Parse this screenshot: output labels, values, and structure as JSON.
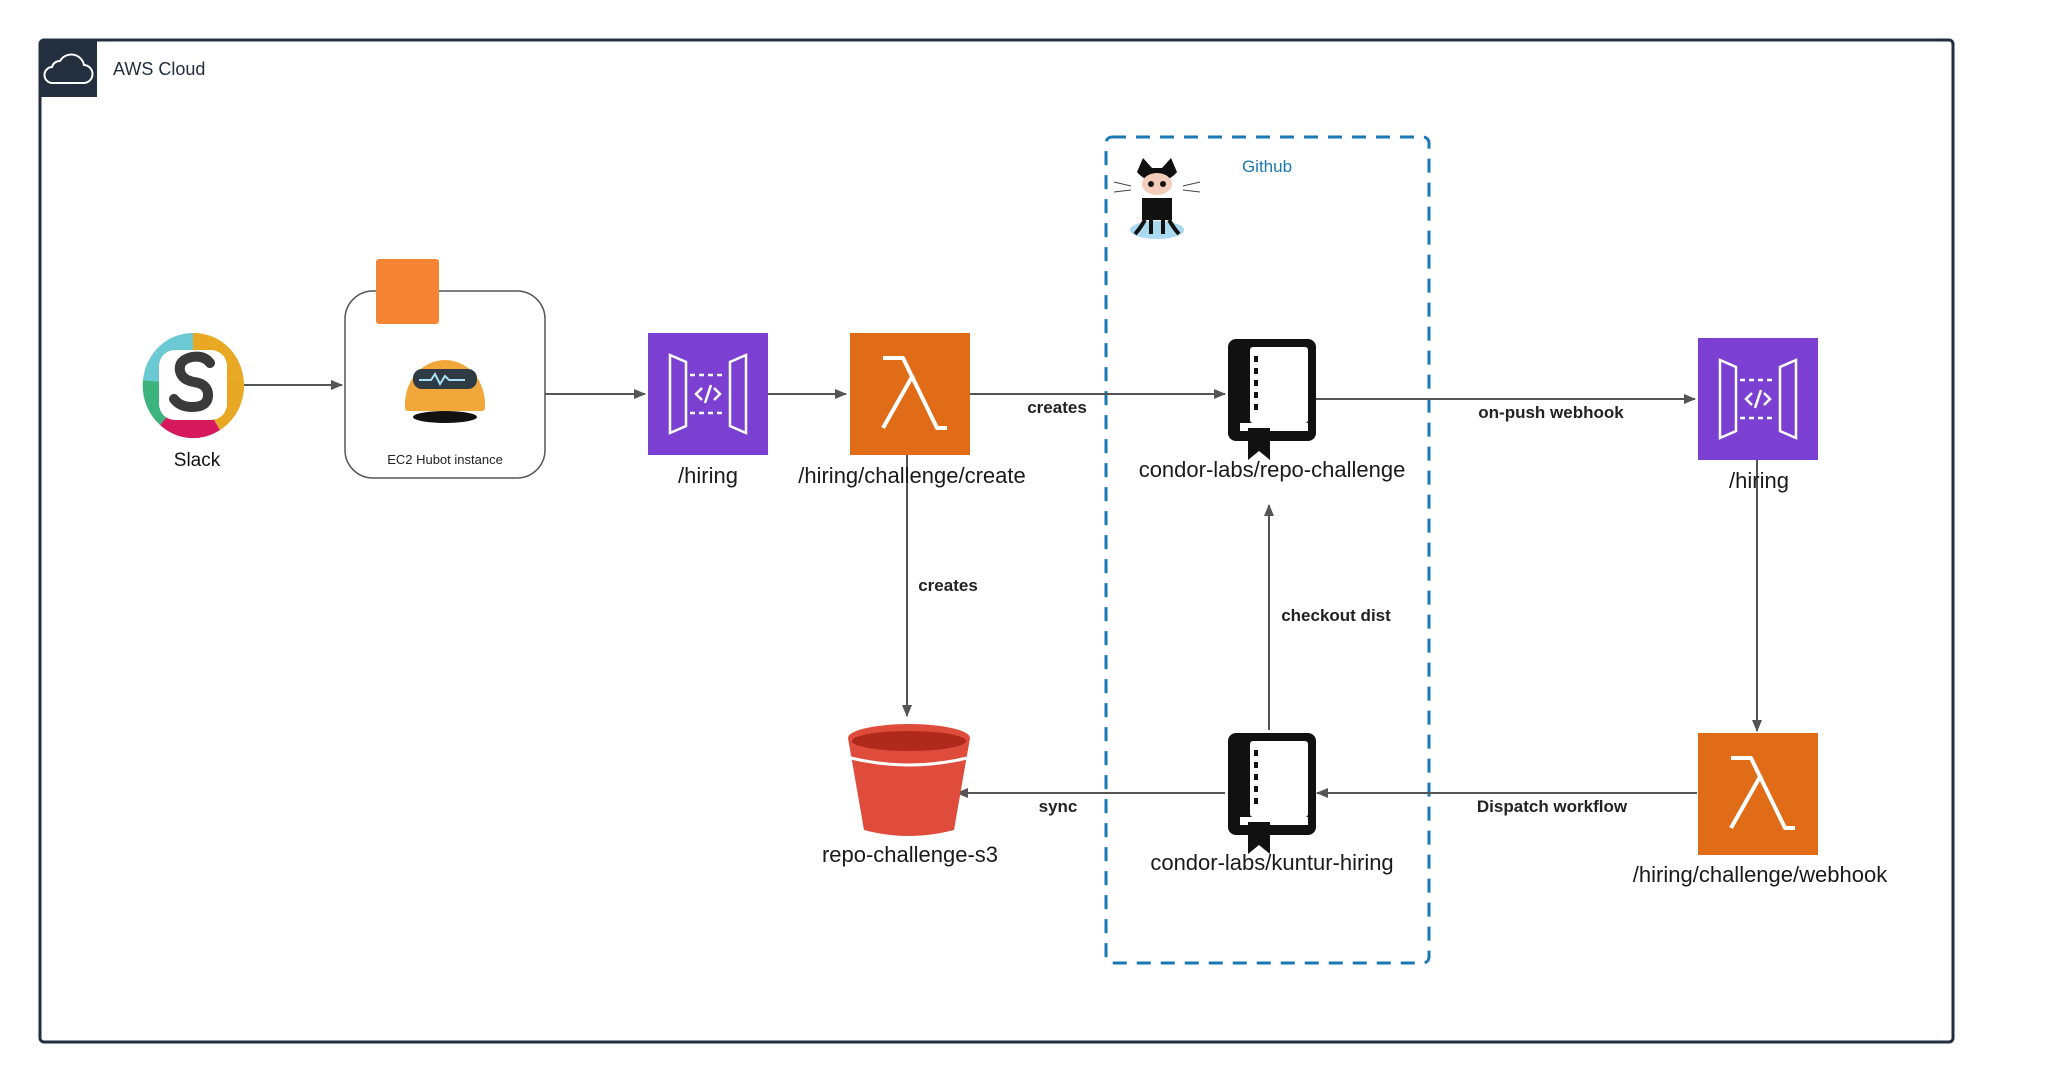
{
  "aws_cloud": {
    "label": "AWS Cloud"
  },
  "github_group": {
    "label": "Github"
  },
  "colors": {
    "aws_frame": "#232f3e",
    "api_gateway": "#7b3fd1",
    "lambda": "#e06c17",
    "s3": "#e04c3c",
    "ec2": "#f58534",
    "github_group": "#1a78b4"
  },
  "nodes": {
    "slack": {
      "label": "Slack",
      "icon": "slack-icon"
    },
    "ec2": {
      "label": "EC2 Hubot instance",
      "icon": "ec2-instance-icon"
    },
    "api1": {
      "label": "/hiring",
      "icon": "api-gateway-icon"
    },
    "lambda1": {
      "label": "/hiring/challenge/create",
      "icon": "lambda-icon"
    },
    "repo1": {
      "label": "condor-labs/repo-challenge",
      "icon": "repository-icon"
    },
    "api2": {
      "label": "/hiring",
      "icon": "api-gateway-icon"
    },
    "s3": {
      "label": "repo-challenge-s3",
      "icon": "s3-bucket-icon"
    },
    "repo2": {
      "label": "condor-labs/kuntur-hiring",
      "icon": "repository-icon"
    },
    "lambda2": {
      "label": "/hiring/challenge/webhook",
      "icon": "lambda-icon"
    }
  },
  "edges": {
    "lambda_to_repo": "creates",
    "repo_to_api2": "on-push webhook",
    "lambda_to_s3": "creates",
    "repo2_to_repo1": "checkout dist",
    "repo2_to_s3": "sync",
    "lambda2_to_repo2": "Dispatch workflow"
  }
}
